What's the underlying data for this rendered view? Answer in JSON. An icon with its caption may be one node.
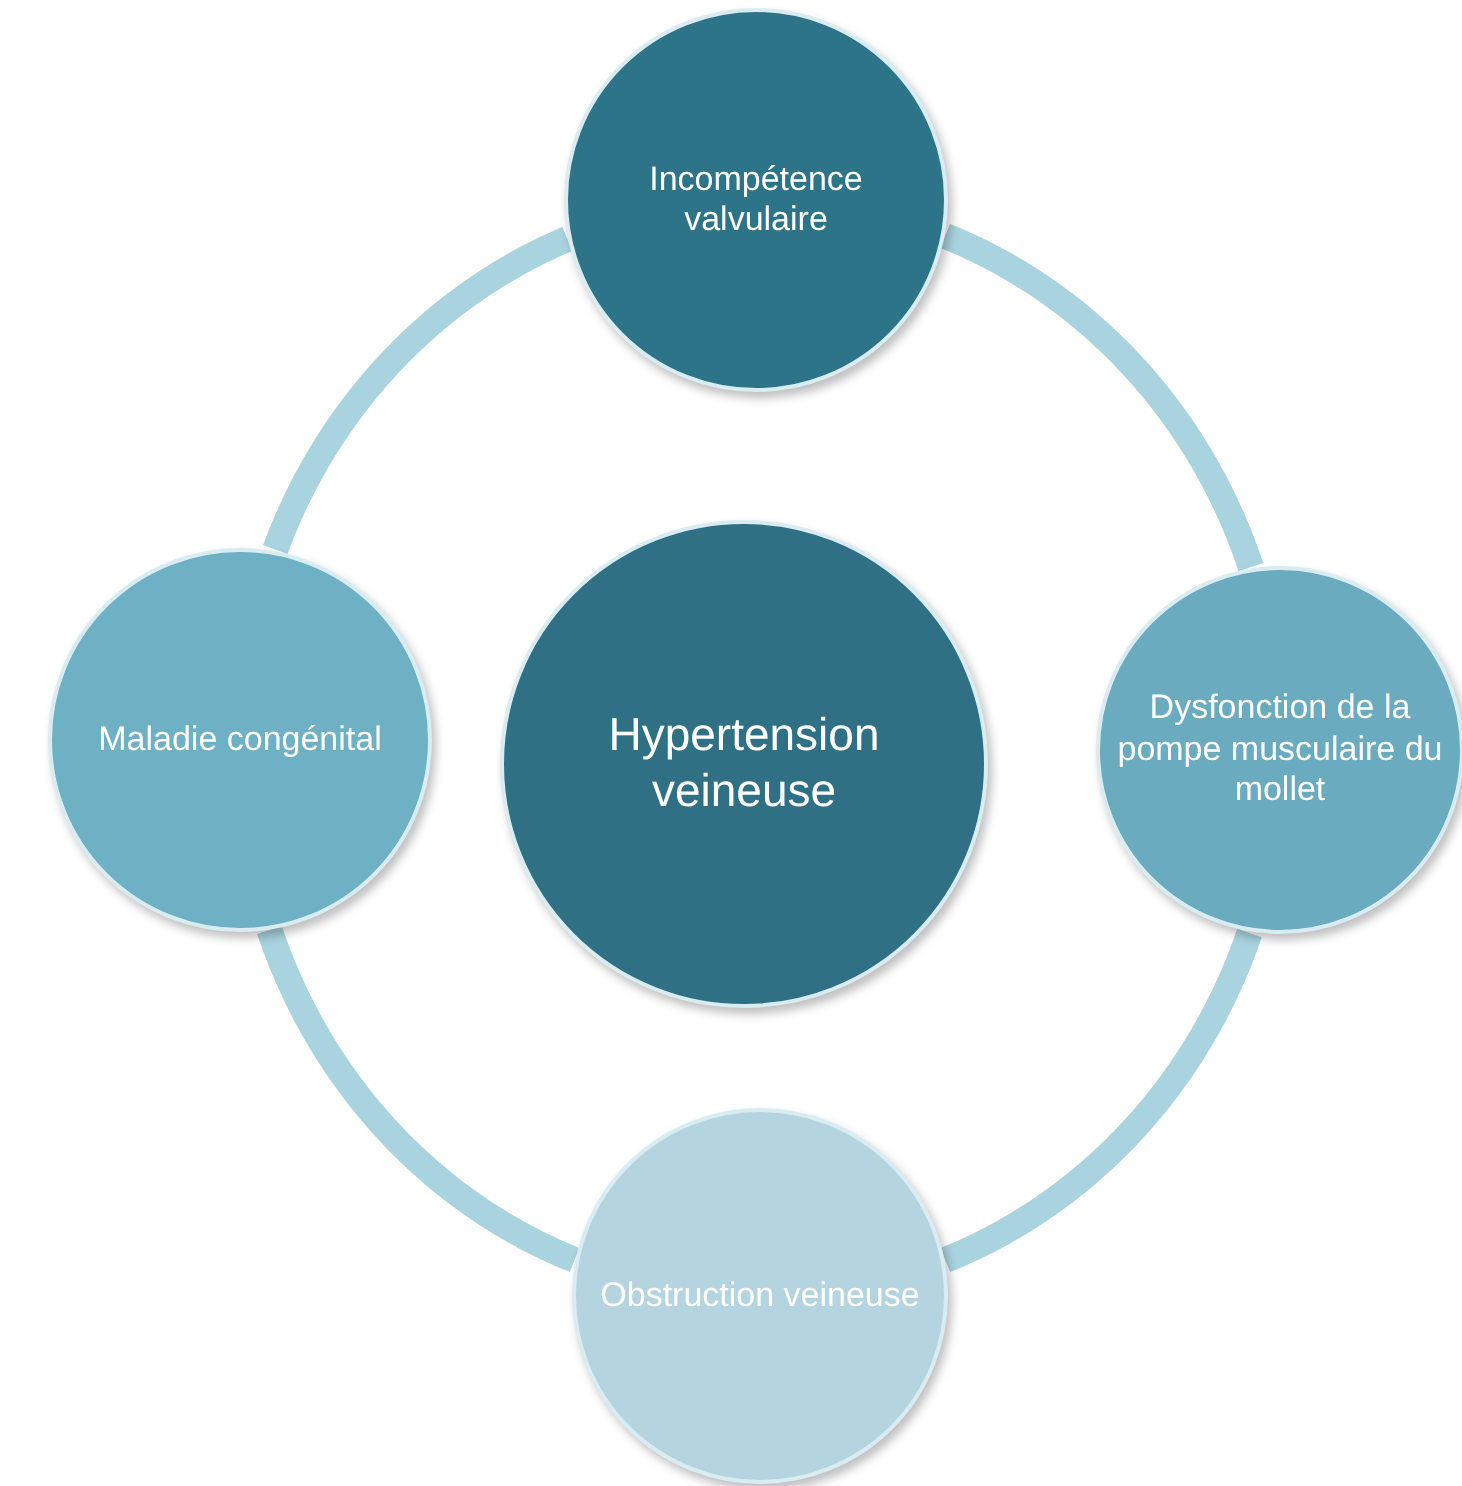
{
  "diagram": {
    "nodes": [
      {
        "text": [
          "Incompétence valvulaire"
        ]
      },
      {
        "text": [
          "Maladie congénital"
        ]
      },
      {
        "text": [
          "Hypertension veineuse"
        ]
      },
      {
        "text": [
          "Dysfonction de la pompe musculaire du mollet"
        ]
      },
      {
        "text": [
          "Obstruction veineuse"
        ]
      }
    ],
    "edges": [
      {
        "from": 0,
        "to": 3,
        "arrow": "none"
      },
      {
        "from": 3,
        "to": 4,
        "arrow": "none"
      },
      {
        "from": 4,
        "to": 1,
        "arrow": "none"
      },
      {
        "from": 1,
        "to": 0,
        "arrow": "none"
      }
    ]
  }
}
